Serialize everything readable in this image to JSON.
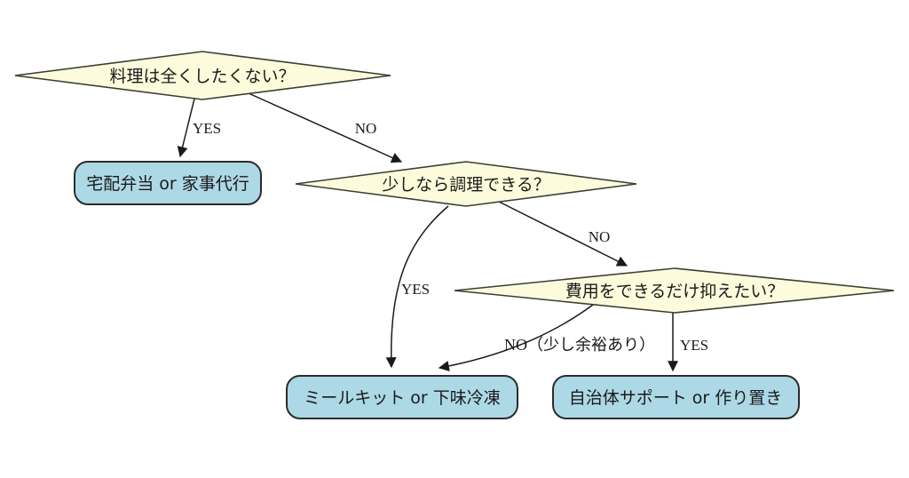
{
  "diagram": {
    "title": "meal-decision-flowchart",
    "background_color": "#ffffff",
    "colors": {
      "decision_fill": "#fcfcdc",
      "decision_border": "#3d3d35",
      "action_fill": "#add8e6",
      "action_border": "#2b2b2b",
      "edge_color": "#1a1a1a",
      "text_color": "#1a1a1a"
    },
    "nodes": {
      "q1": {
        "type": "decision",
        "shape": "diamond",
        "label": "料理は全くしたくない？"
      },
      "a1": {
        "type": "action",
        "shape": "rounded-rect",
        "label": "宅配弁当 or 家事代行"
      },
      "q2": {
        "type": "decision",
        "shape": "diamond",
        "label": "少しなら調理できる？"
      },
      "q3": {
        "type": "decision",
        "shape": "diamond",
        "label": "費用をできるだけ抑えたい？"
      },
      "a2": {
        "type": "action",
        "shape": "rounded-rect",
        "label": "ミールキット or 下味冷凍"
      },
      "a3": {
        "type": "action",
        "shape": "rounded-rect",
        "label": "自治体サポート or 作り置き"
      }
    },
    "edges": {
      "q1_yes": {
        "from": "q1",
        "to": "a1",
        "label": "YES"
      },
      "q1_no": {
        "from": "q1",
        "to": "q2",
        "label": "NO"
      },
      "q2_yes": {
        "from": "q2",
        "to": "a2",
        "label": "YES"
      },
      "q2_no": {
        "from": "q2",
        "to": "q3",
        "label": "NO"
      },
      "q3_no": {
        "from": "q3",
        "to": "a2",
        "label": "NO（少し余裕あり）"
      },
      "q3_yes": {
        "from": "q3",
        "to": "a3",
        "label": "YES"
      }
    }
  }
}
